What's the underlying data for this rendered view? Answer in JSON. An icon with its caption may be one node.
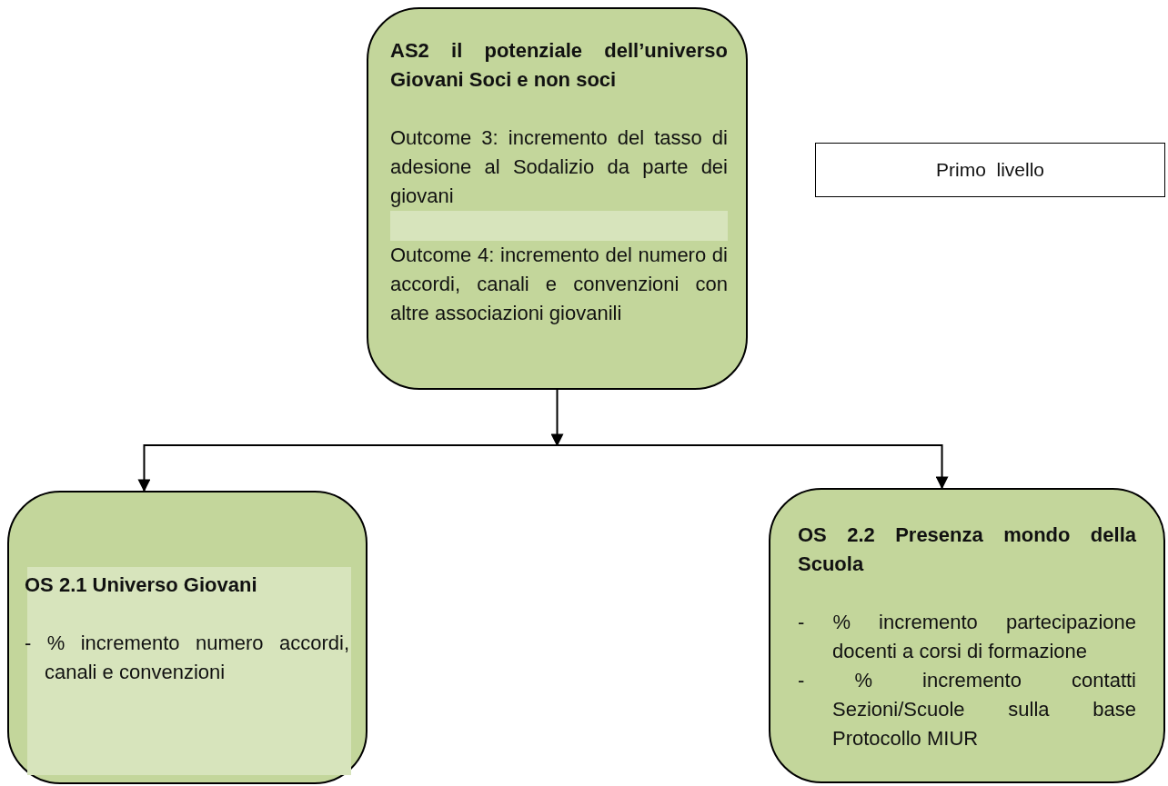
{
  "diagram": {
    "nodes": [
      {
        "text": [
          "AS2 il potenziale dell’universo Giovani Soci e non soci",
          "Outcome 3: incremento del tasso di adesione al Sodalizio da parte dei giovani",
          "Outcome 4: incremento del numero di accordi, canali e convenzioni con altre associazioni giovanili"
        ]
      },
      {
        "text": [
          "OS 2.1 Universo Giovani",
          "- % incremento numero accordi, canali e convenzioni"
        ]
      },
      {
        "text": [
          "OS 2.2 Presenza mondo della Scuola",
          "- % incremento partecipazione docenti a corsi di formazione",
          "- % incremento contatti Sezioni/Scuole sulla base Protocollo MIUR"
        ]
      },
      {
        "text": [
          "Primo  livello"
        ]
      }
    ],
    "edges": [
      {
        "from": 0,
        "to": 1,
        "arrow": "to"
      },
      {
        "from": 0,
        "to": 2,
        "arrow": "to"
      }
    ]
  }
}
